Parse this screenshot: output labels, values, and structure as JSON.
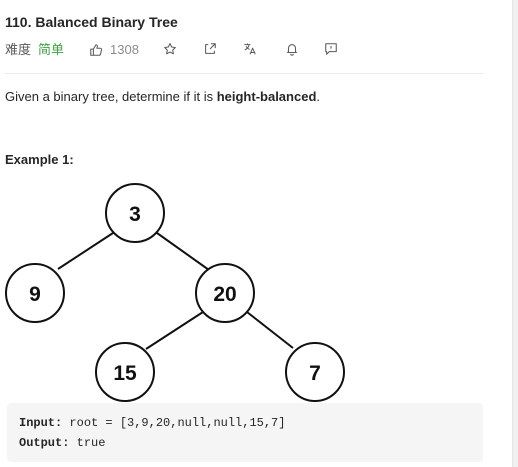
{
  "problem": {
    "title": "110. Balanced Binary Tree",
    "difficulty_label": "难度",
    "difficulty_value": "简单",
    "likes": "1308",
    "icons": [
      "thumbs-up-icon",
      "star-icon",
      "share-icon",
      "translate-icon",
      "bell-icon",
      "feedback-icon"
    ],
    "difficulty_color": "#43a047"
  },
  "description": {
    "prefix": "Given a binary tree, determine if it is ",
    "bold": "height-balanced",
    "suffix": "."
  },
  "example": {
    "heading": "Example 1:",
    "tree_nodes": [
      "3",
      "9",
      "20",
      "15",
      "7"
    ],
    "input_label": "Input:",
    "input_value": " root = [3,9,20,null,null,15,7]",
    "output_label": "Output:",
    "output_value": " true"
  }
}
